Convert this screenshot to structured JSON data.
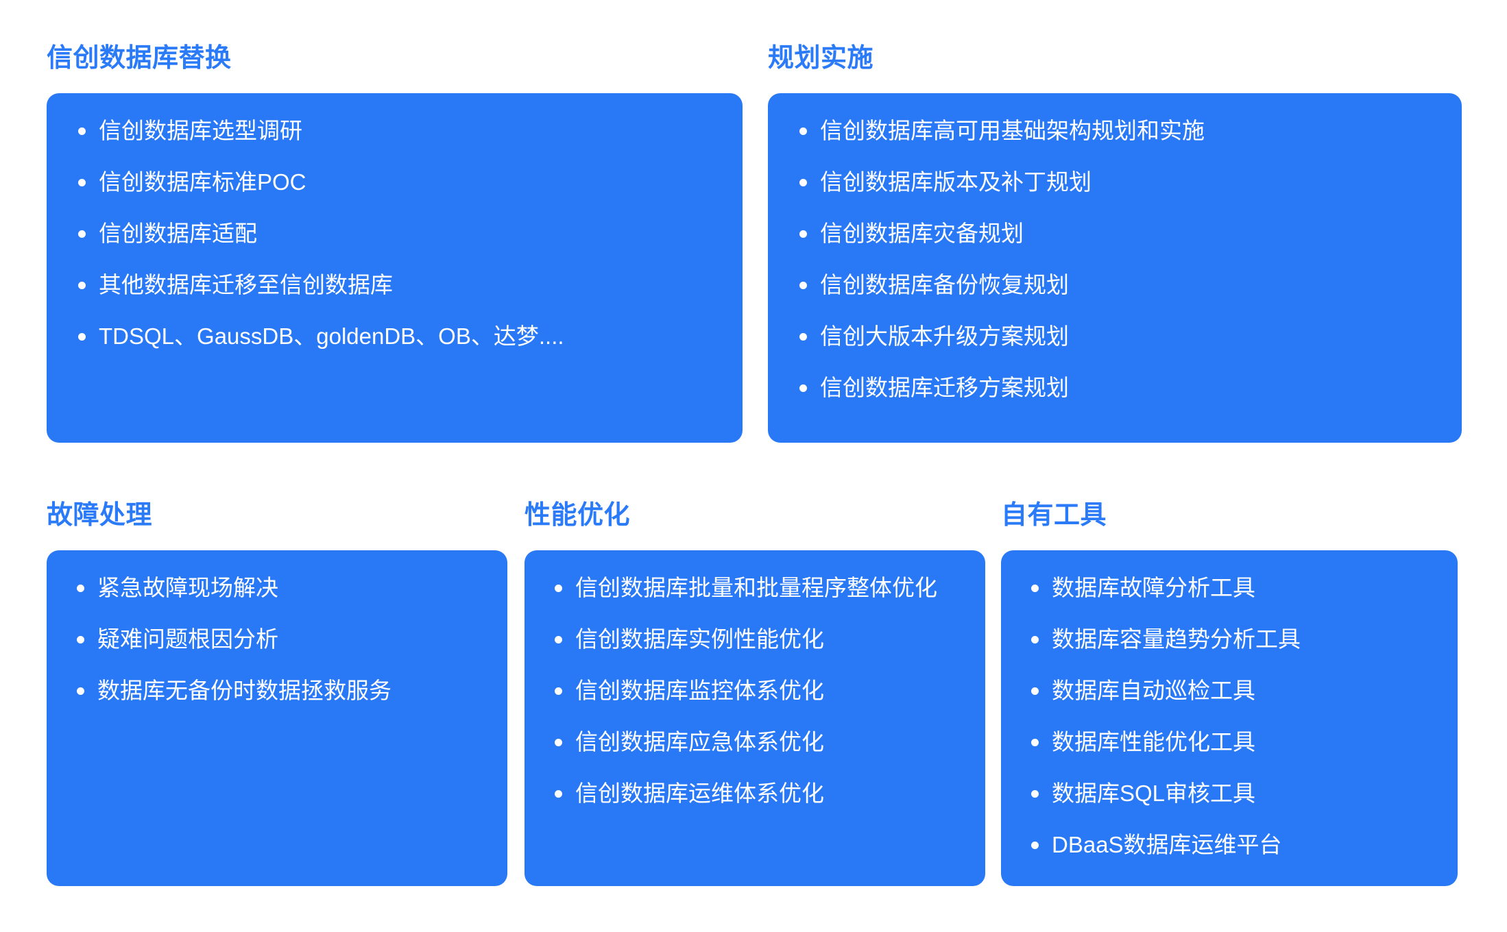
{
  "theme": {
    "background": "#ffffff",
    "card_background": "#2979f7",
    "heading_color": "#2b7bf8",
    "item_text_color": "#ffffff",
    "bullet_color": "#ffffff"
  },
  "sections": [
    {
      "id": "replace",
      "title": "信创数据库替换",
      "items": [
        "信创数据库选型调研",
        "信创数据库标准POC",
        "信创数据库适配",
        "其他数据库迁移至信创数据库",
        "TDSQL、GaussDB、goldenDB、OB、达梦...."
      ]
    },
    {
      "id": "planning",
      "title": "规划实施",
      "items": [
        "信创数据库高可用基础架构规划和实施",
        "信创数据库版本及补丁规划",
        "信创数据库灾备规划",
        "信创数据库备份恢复规划",
        "信创大版本升级方案规划",
        "信创数据库迁移方案规划"
      ]
    },
    {
      "id": "fault",
      "title": "故障处理",
      "items": [
        "紧急故障现场解决",
        "疑难问题根因分析",
        "数据库无备份时数据拯救服务"
      ]
    },
    {
      "id": "perf",
      "title": "性能优化",
      "items": [
        "信创数据库批量和批量程序整体优化",
        "信创数据库实例性能优化",
        "信创数据库监控体系优化",
        "信创数据库应急体系优化",
        "信创数据库运维体系优化"
      ]
    },
    {
      "id": "tools",
      "title": "自有工具",
      "items": [
        "数据库故障分析工具",
        "数据库容量趋势分析工具",
        "数据库自动巡检工具",
        "数据库性能优化工具",
        "数据库SQL审核工具",
        "DBaaS数据库运维平台"
      ]
    }
  ]
}
